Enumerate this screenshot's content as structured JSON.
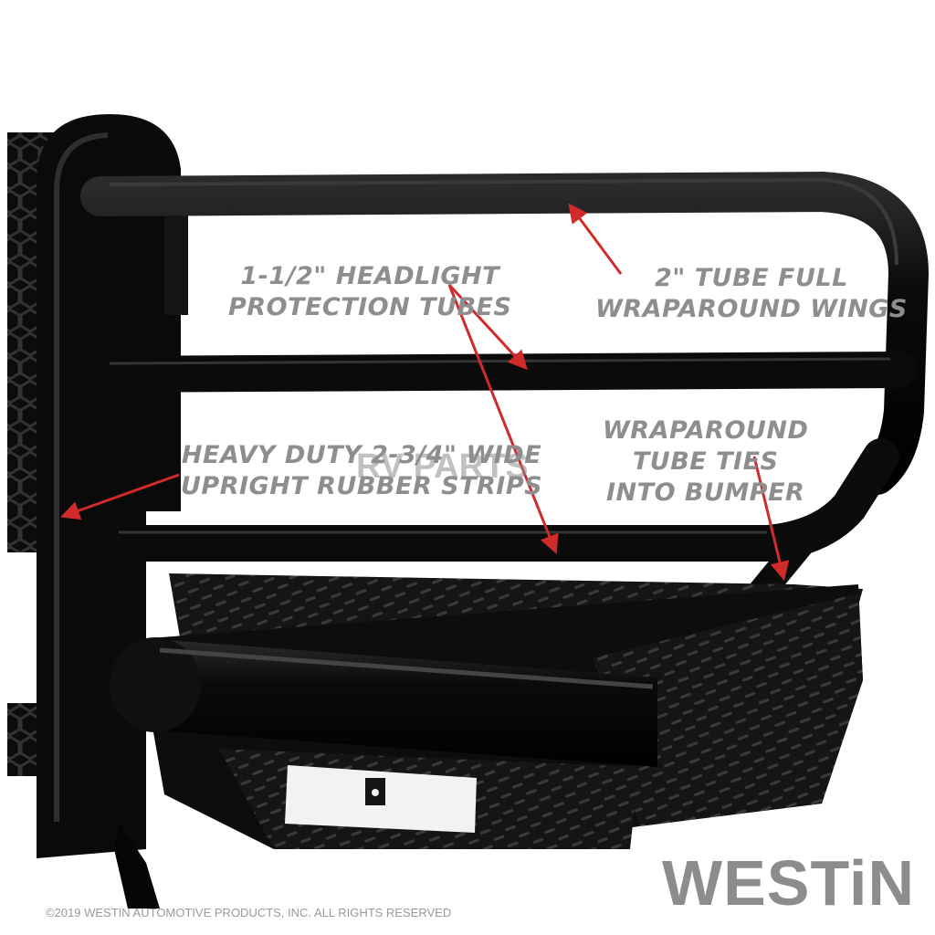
{
  "callouts": {
    "headlight": [
      "1-1/2\" HEADLIGHT",
      "PROTECTION TUBES"
    ],
    "wings": [
      "2\" TUBE FULL",
      "WRAPAROUND WINGS"
    ],
    "strips": [
      "HEAVY DUTY 2-3/4\" WIDE",
      "UPRIGHT RUBBER STRIPS"
    ],
    "ties": [
      "WRAPAROUND",
      "TUBE TIES",
      "INTO BUMPER"
    ]
  },
  "watermark": "RV PARTS",
  "brand": "WESTiN",
  "copyright": "©2019 WESTIN AUTOMOTIVE PRODUCTS, INC. ALL RIGHTS RESERVED",
  "colors": {
    "annotation_arrow": "#d12a2a",
    "text": "#8e8e8e",
    "steel": "#0d0d0d"
  }
}
